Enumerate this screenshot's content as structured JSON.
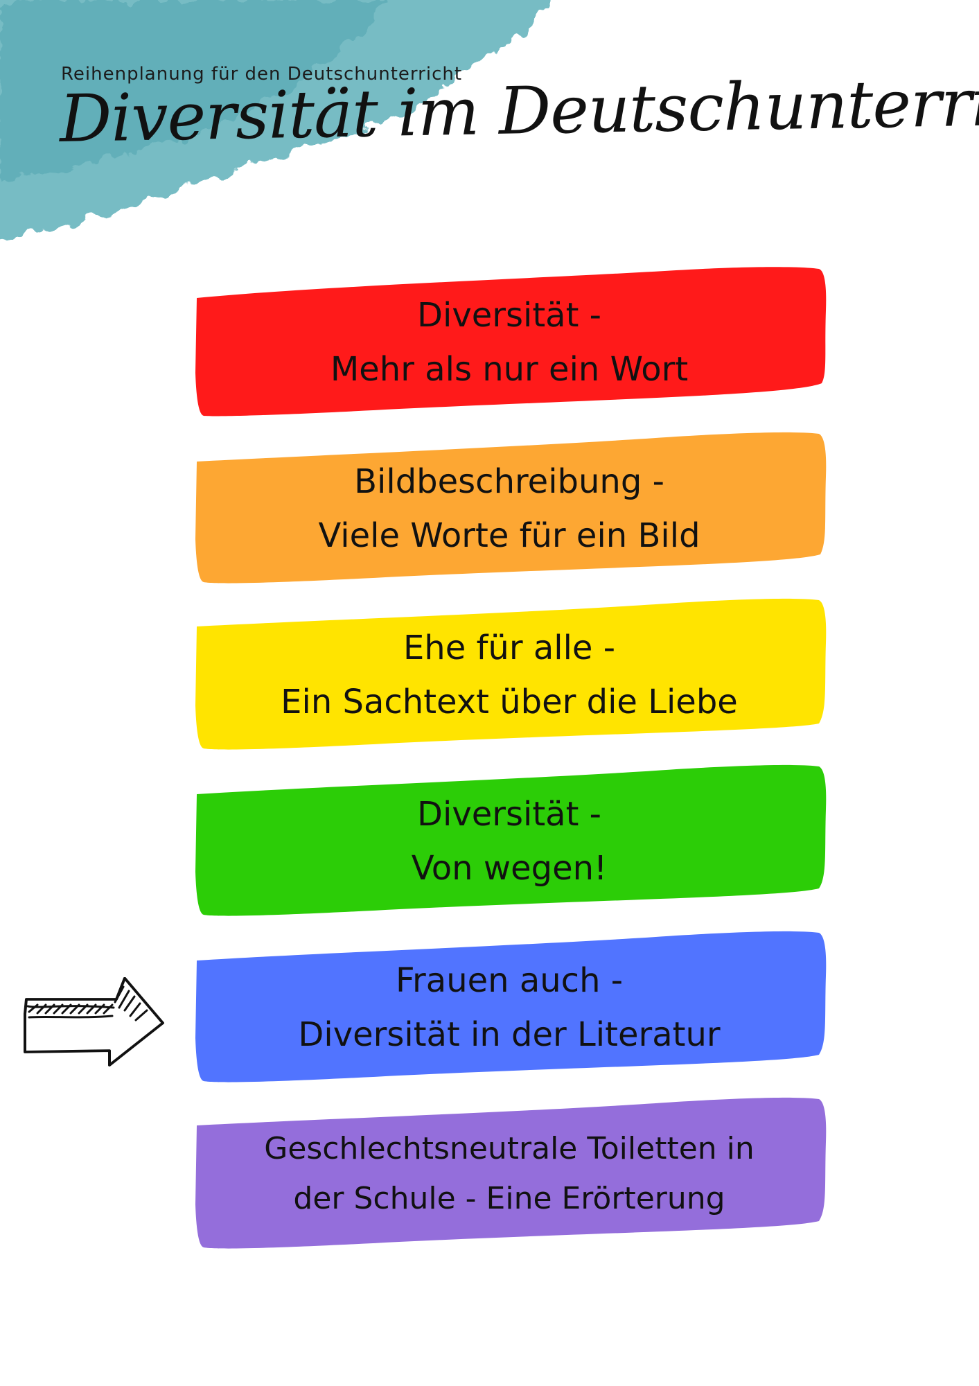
{
  "header": {
    "subtitle": "Reihenplanung für den Deutschunterricht",
    "title": "Diversität im Deutschunterricht"
  },
  "colors": {
    "splash": "#4fa9b3",
    "stripes": [
      "#ff1a1a",
      "#fda733",
      "#ffe400",
      "#2ccd07",
      "#5174ff",
      "#946edb"
    ]
  },
  "stripes": [
    {
      "line1": "Diversität -",
      "line2": "Mehr als nur ein Wort"
    },
    {
      "line1": "Bildbeschreibung -",
      "line2": "Viele Worte für ein Bild"
    },
    {
      "line1": "Ehe für alle -",
      "line2": "Ein Sachtext über die Liebe"
    },
    {
      "line1": "Diversität -",
      "line2": "Von wegen!"
    },
    {
      "line1": "Frauen auch -",
      "line2": "Diversität in der Literatur"
    },
    {
      "line1": "Geschlechtsneutrale Toiletten in",
      "line2": "der Schule - Eine Erörterung"
    }
  ],
  "current_marker": {
    "icon": "hand-drawn-arrow-right-icon",
    "points_to_stripe": 5
  }
}
